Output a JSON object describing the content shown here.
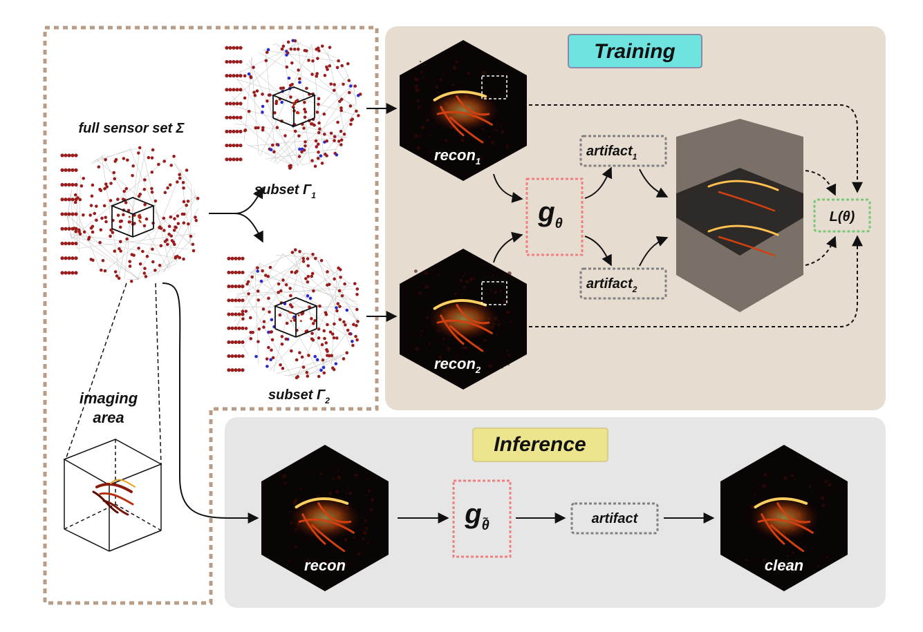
{
  "sensor": {
    "full_set": "full sensor set Σ",
    "subset1_text": "subset Γ",
    "subset1_sub": "1",
    "subset2_text": "subset Γ",
    "subset2_sub": "2",
    "imaging_area_line1": "imaging",
    "imaging_area_line2": "area"
  },
  "training": {
    "title": "Training",
    "recon1_text": "recon",
    "recon1_sub": "1",
    "recon2_text": "recon",
    "recon2_sub": "2",
    "network": "g",
    "network_sub": "θ",
    "artifact1_text": "artifact",
    "artifact1_sub": "1",
    "artifact2_text": "artifact",
    "artifact2_sub": "2",
    "loss": "L(θ)"
  },
  "inference": {
    "title": "Inference",
    "recon": "recon",
    "network": "g",
    "network_sub": "θ̃",
    "artifact": "artifact",
    "clean": "clean"
  },
  "colors": {
    "training_bg": "#e6dccf",
    "inference_bg": "#e6e6e6",
    "training_title_bg": "#6fe3e0",
    "inference_title_bg": "#ece58e",
    "network_border": "#f08080",
    "loss_border": "#77c977",
    "artifact_border": "#808080",
    "sensor_dot": "#9a1d1d",
    "sensor_dot_alt": "#2b2bc9"
  }
}
